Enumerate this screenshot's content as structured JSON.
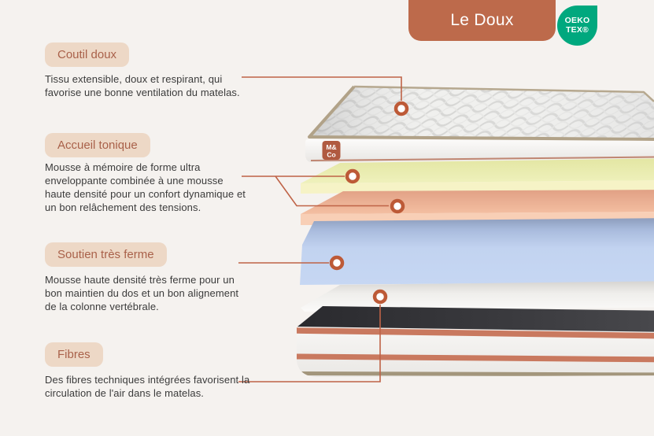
{
  "page": {
    "background_color": "#f5f2ef"
  },
  "header": {
    "product_badge": {
      "label": "Le Doux",
      "color": "#bd6a4b",
      "text_color": "#ffffff"
    },
    "certification_badge": {
      "line1": "OEKO",
      "line2": "TEX®",
      "color": "#00a87e",
      "text_color": "#ffffff"
    }
  },
  "sections": [
    {
      "label": "Coutil doux",
      "description": "Tissu extensible, doux et respirant, qui favorise une bonne ventilation du matelas."
    },
    {
      "label": "Accueil tonique",
      "description": "Mousse à mémoire de forme ultra enveloppante combinée à une mousse haute densité pour un confort dynamique et un bon relâchement des tensions."
    },
    {
      "label": "Soutien très ferme",
      "description": "Mousse haute densité très ferme pour un bon maintien du dos et un bon alignement de la colonne vertébrale."
    },
    {
      "label": "Fibres",
      "description": "Des fibres techniques intégrées favorisent la circulation de l'air dans le matelas."
    }
  ],
  "mattress": {
    "brand_tag": {
      "line1": "M&",
      "line2": "Co",
      "color": "#b05a40"
    },
    "layers": [
      {
        "name": "quilted-cover",
        "color": "#f0f0ee"
      },
      {
        "name": "soft-foam-layer",
        "color": "#edefb4"
      },
      {
        "name": "dynamic-foam-layer",
        "color": "#f3bda0"
      },
      {
        "name": "high-density-foam-layer",
        "color": "#c4d6f2"
      },
      {
        "name": "fiber-layer",
        "color": "#f1efec"
      },
      {
        "name": "firm-base-layer",
        "color": "#39393b"
      }
    ]
  },
  "accent": {
    "leader_line_color": "#bf6347",
    "marker_ring_color": "#bd5a37",
    "pill_background": "#edd8c6",
    "pill_text": "#a9614a",
    "piping_color": "#b1a288",
    "stripe_color": "#c9795f"
  }
}
